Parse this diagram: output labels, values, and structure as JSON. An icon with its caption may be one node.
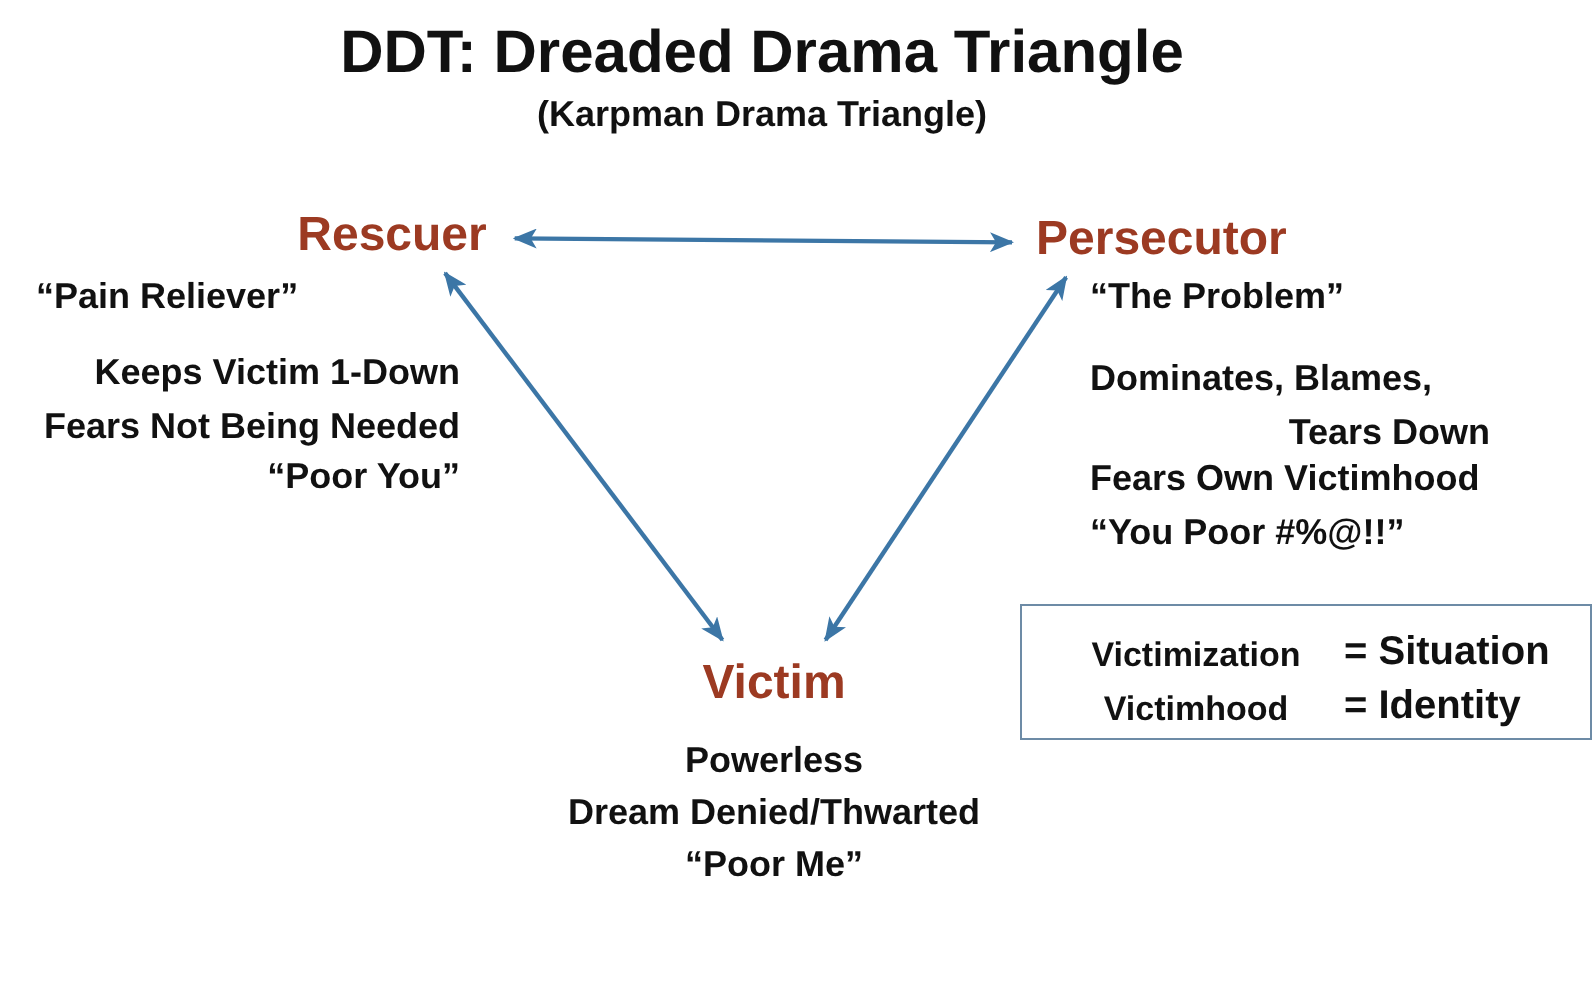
{
  "diagram": {
    "title": "DDT: Dreaded Drama Triangle",
    "nodes": [
      {
        "text": [
          "Rescuer"
        ],
        "beside": [
          "“Pain Reliever”",
          "Keeps Victim 1-Down",
          "Fears Not Being Needed",
          "“Poor You”"
        ]
      },
      {
        "text": [
          "Persecutor"
        ],
        "beside": [
          "“The Problem”",
          "Dominates, Blames, Tears Down",
          "Fears Own Victimhood",
          "“You Poor #%@!!”"
        ]
      },
      {
        "text": [
          "Victim"
        ],
        "beside": [
          "Powerless",
          "Dream Denied/Thwarted",
          "“Poor Me”"
        ]
      },
      {
        "text": [
          "Victimization",
          "= Situation",
          "Victimhood",
          "= Identity"
        ]
      }
    ],
    "edges": [
      {
        "from": 0,
        "to": 1,
        "arrow": "both"
      },
      {
        "from": 0,
        "to": 2,
        "arrow": "both"
      },
      {
        "from": 1,
        "to": 2,
        "arrow": "both"
      }
    ],
    "labels": [
      "(Karpman Drama Triangle)"
    ]
  }
}
